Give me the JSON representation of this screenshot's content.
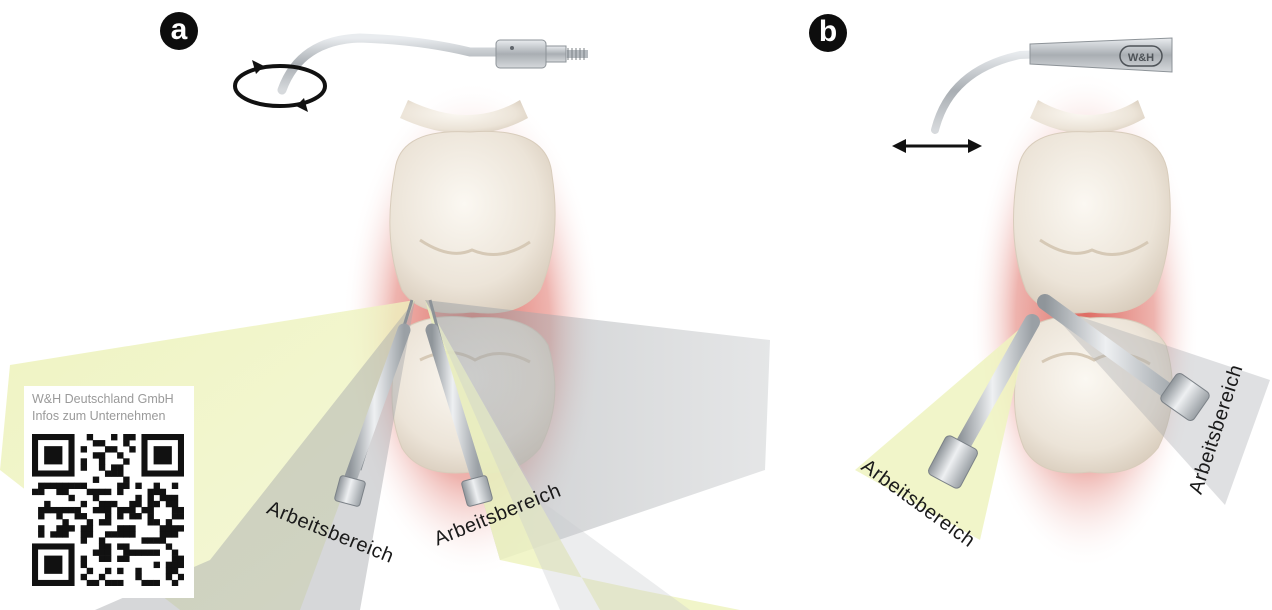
{
  "panels": {
    "a": {
      "badge": "a",
      "labels": [
        "Arbeitsbereich",
        "Arbeitsbereich"
      ]
    },
    "b": {
      "badge": "b",
      "labels": [
        "Arbeitsbereich",
        "Arbeitsbereich"
      ],
      "instrument_brand": "W&H"
    }
  },
  "qr": {
    "line1": "W&H Deutschland GmbH",
    "line2": "Infos zum Unternehmen"
  },
  "colors": {
    "gum": "#d33a2e",
    "tooth": "#f1ebe1",
    "zone_yellow": "#eef3bf",
    "zone_gray": "#9ea2a6",
    "metal": "#b8bcc0",
    "badge": "#0d0d0d"
  },
  "icons": [
    "rotation-arrows-icon",
    "double-arrow-icon"
  ]
}
